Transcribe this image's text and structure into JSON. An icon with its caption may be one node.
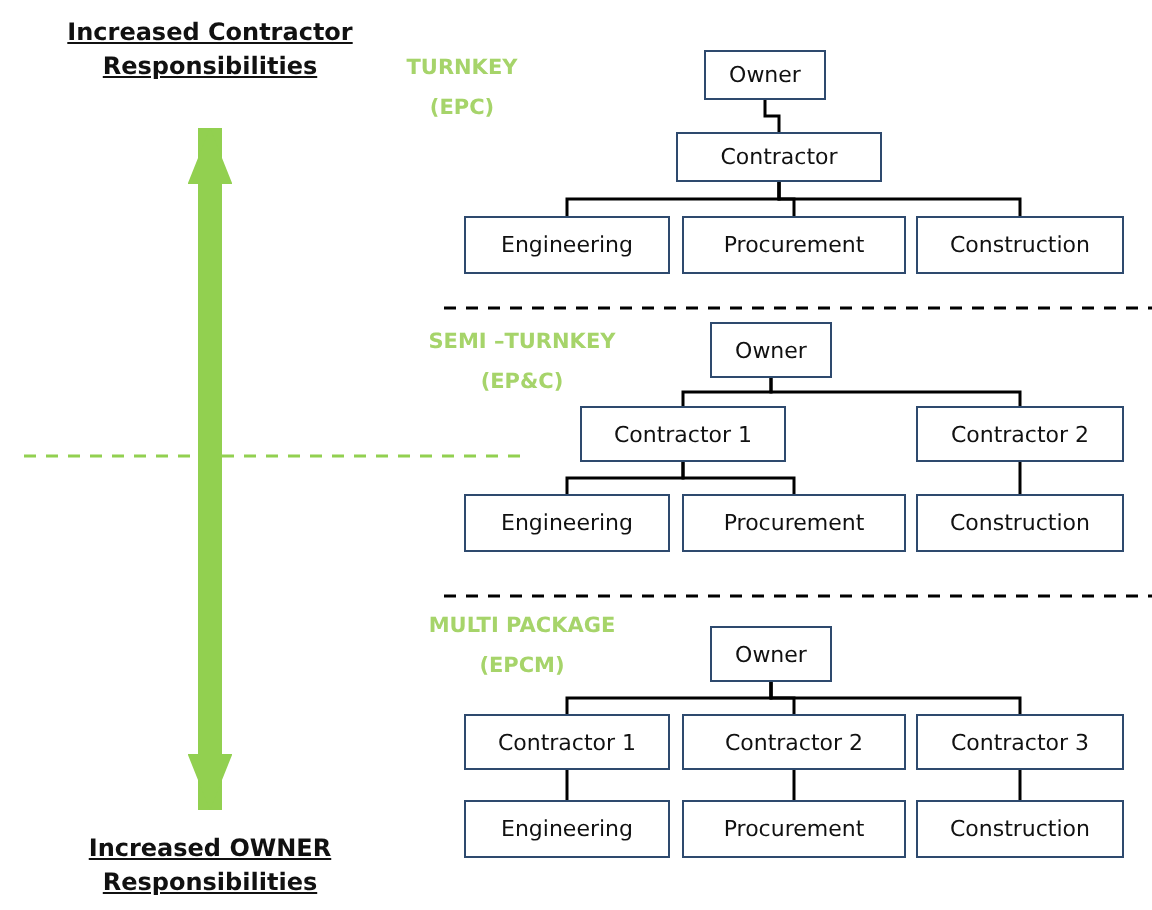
{
  "diagram": {
    "nodes": [
      {
        "text": [
          "Increased Contractor Responsibilities"
        ]
      },
      {
        "text": [
          "Increased OWNER Responsibilities"
        ]
      },
      {
        "text": [
          "Owner"
        ]
      },
      {
        "text": [
          "Contractor"
        ]
      },
      {
        "text": [
          "Engineering"
        ]
      },
      {
        "text": [
          "Procurement"
        ]
      },
      {
        "text": [
          "Construction"
        ]
      },
      {
        "text": [
          "Owner"
        ]
      },
      {
        "text": [
          "Contractor 1"
        ]
      },
      {
        "text": [
          "Contractor 2"
        ]
      },
      {
        "text": [
          "Engineering"
        ]
      },
      {
        "text": [
          "Procurement"
        ]
      },
      {
        "text": [
          "Construction"
        ]
      },
      {
        "text": [
          "Owner"
        ]
      },
      {
        "text": [
          "Contractor 1"
        ]
      },
      {
        "text": [
          "Contractor 2"
        ]
      },
      {
        "text": [
          "Contractor 3"
        ]
      },
      {
        "text": [
          "Engineering"
        ]
      },
      {
        "text": [
          "Procurement"
        ]
      },
      {
        "text": [
          "Construction"
        ]
      }
    ],
    "edges": [
      {
        "from": 0,
        "to": 1,
        "arrow": "both",
        "style": "thick",
        "color": "#92d050"
      },
      {
        "from": 2,
        "to": 3,
        "arrow": "none"
      },
      {
        "from": 3,
        "to": 4,
        "arrow": "none"
      },
      {
        "from": 3,
        "to": 5,
        "arrow": "none"
      },
      {
        "from": 3,
        "to": 6,
        "arrow": "none"
      },
      {
        "from": 7,
        "to": 8,
        "arrow": "none"
      },
      {
        "from": 7,
        "to": 9,
        "arrow": "none"
      },
      {
        "from": 8,
        "to": 10,
        "arrow": "none"
      },
      {
        "from": 8,
        "to": 11,
        "arrow": "none"
      },
      {
        "from": 9,
        "to": 12,
        "arrow": "none"
      },
      {
        "from": 13,
        "to": 14,
        "arrow": "none"
      },
      {
        "from": 13,
        "to": 15,
        "arrow": "none"
      },
      {
        "from": 13,
        "to": 16,
        "arrow": "none"
      },
      {
        "from": 14,
        "to": 17,
        "arrow": "none"
      },
      {
        "from": 15,
        "to": 18,
        "arrow": "none"
      },
      {
        "from": 16,
        "to": 19,
        "arrow": "none"
      }
    ],
    "labels": [
      "TURNKEY (EPC)",
      "SEMI –TURNKEY (EP&C)",
      "MULTI PACKAGE (EPCM)"
    ]
  }
}
